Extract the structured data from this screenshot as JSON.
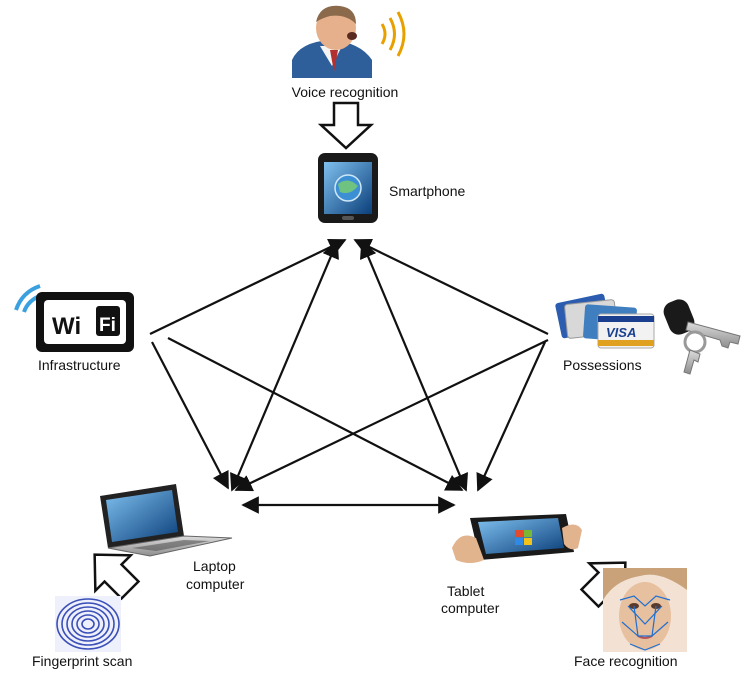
{
  "nodes": {
    "voice": {
      "label": "Voice recognition",
      "icon": "voice-speaker-icon"
    },
    "smartphone": {
      "label": "Smartphone",
      "icon": "smartphone-icon"
    },
    "infrastructure": {
      "label": "Infrastructure",
      "icon": "wifi-icon",
      "icon_text": "WiFi"
    },
    "possessions": {
      "label": "Possessions",
      "icon": "cards-and-key-icon",
      "card_text": "VISA"
    },
    "laptop": {
      "label_line1": "Laptop",
      "label_line2": "computer",
      "icon": "laptop-icon"
    },
    "tablet": {
      "label_line1": "Tablet",
      "label_line2": "computer",
      "icon": "tablet-icon"
    },
    "fingerprint": {
      "label": "Fingerprint scan",
      "icon": "fingerprint-icon"
    },
    "face": {
      "label": "Face recognition",
      "icon": "face-recognition-icon"
    }
  },
  "colors": {
    "line": "#111111",
    "wifi_arc": "#3aa0e0",
    "screen": "#1e6fb8",
    "skin": "#e2b48e"
  }
}
